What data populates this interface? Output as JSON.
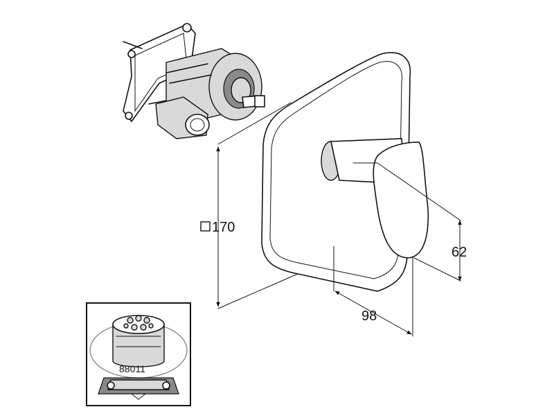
{
  "dimensions": {
    "height": "170",
    "height_symbol": "square",
    "projection": "62",
    "width": "98"
  },
  "inset": {
    "part_number": "88011"
  }
}
